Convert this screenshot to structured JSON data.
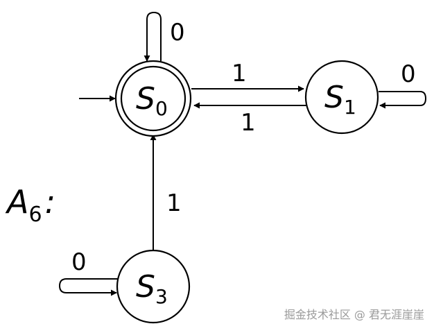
{
  "automaton": {
    "name_main": "A",
    "name_sub": "6",
    "name_suffix": ":"
  },
  "states": [
    {
      "id": "S0",
      "main": "S",
      "sub": "0",
      "initial": true,
      "accepting": true
    },
    {
      "id": "S1",
      "main": "S",
      "sub": "1",
      "initial": false,
      "accepting": false
    },
    {
      "id": "S3",
      "main": "S",
      "sub": "3",
      "initial": false,
      "accepting": false
    }
  ],
  "transitions": [
    {
      "from": "S0",
      "to": "S0",
      "label": "0"
    },
    {
      "from": "S0",
      "to": "S1",
      "label": "1"
    },
    {
      "from": "S1",
      "to": "S0",
      "label": "1"
    },
    {
      "from": "S1",
      "to": "S1",
      "label": "0"
    },
    {
      "from": "S3",
      "to": "S0",
      "label": "1"
    },
    {
      "from": "S3",
      "to": "S3",
      "label": "0"
    }
  ],
  "watermark": {
    "text": "掘金技术社区 @ 君无涯崖崖"
  }
}
